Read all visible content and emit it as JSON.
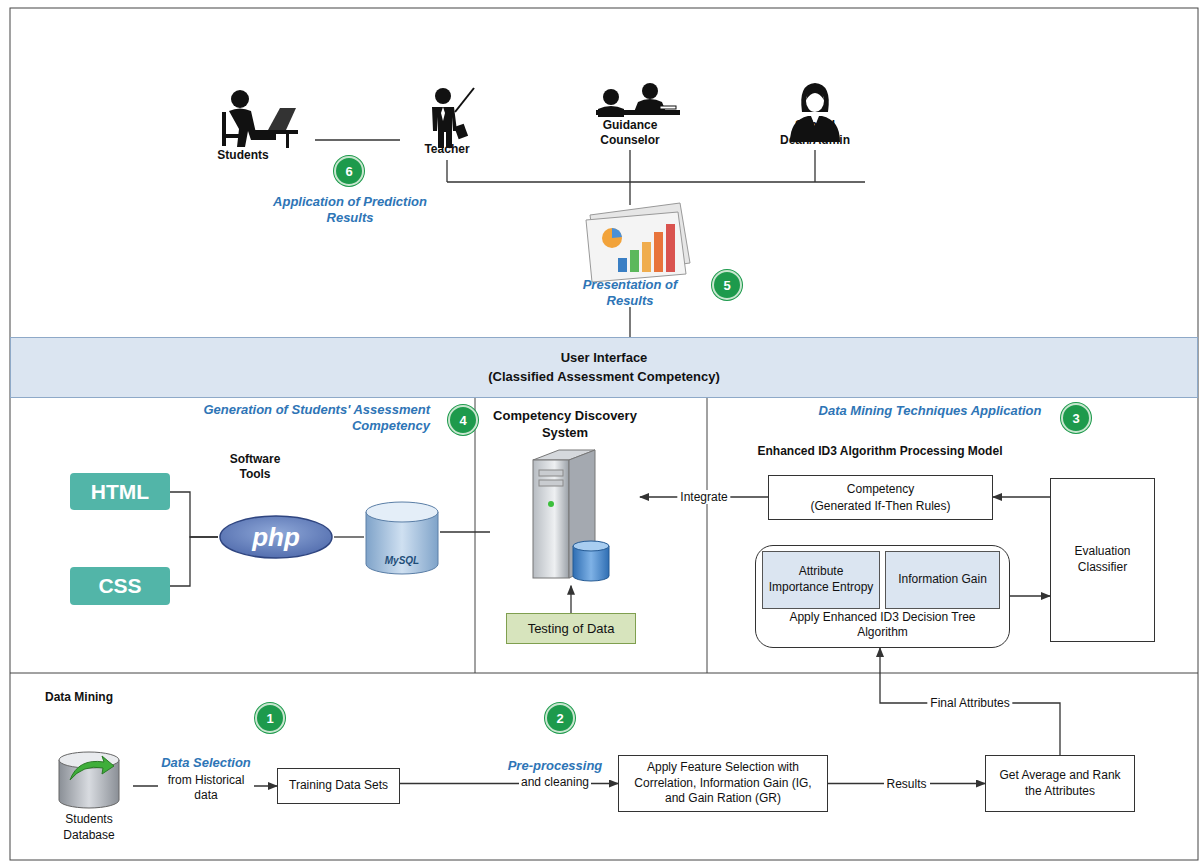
{
  "diagram": {
    "nodes": [
      {
        "text": [
          "6"
        ]
      },
      {
        "text": [
          "5"
        ]
      },
      {
        "text": [
          "User Interface",
          "(Classified Assessment Competency)"
        ]
      },
      {
        "text": [
          "4"
        ]
      },
      {
        "text": [
          "3"
        ]
      },
      {
        "text": [
          "Competency Discovery System"
        ]
      },
      {
        "text": [
          "HTML"
        ]
      },
      {
        "text": [
          "CSS"
        ]
      },
      {
        "text": [
          "php"
        ]
      },
      {
        "text": [
          "MySQL"
        ]
      },
      {
        "text": [
          "Testing of Data"
        ]
      },
      {
        "text": [
          "Competency",
          "(Generated If-Then Rules)"
        ]
      },
      {
        "text": [
          "Evaluation Classifier"
        ]
      },
      {
        "text": [
          "Apply Enhanced ID3 Decision Tree Algorithm"
        ]
      },
      {
        "text": [
          "Attribute Importance Entropy"
        ],
        "in": 13
      },
      {
        "text": [
          "Information Gain"
        ],
        "in": 13
      },
      {
        "text": [
          "1"
        ]
      },
      {
        "text": [
          "2"
        ]
      },
      {
        "text": [
          "Students Database"
        ]
      },
      {
        "text": [
          "Training Data Sets"
        ]
      },
      {
        "text": [
          "Apply Feature Selection with Correlation, Information Gain (IG, and Gain Ration (GR)"
        ]
      },
      {
        "text": [
          "Get Average and Rank the Attributes"
        ]
      }
    ],
    "edges": [
      {
        "from": 18,
        "to": 19,
        "arrow": "to"
      },
      {
        "from": 19,
        "to": 20,
        "arrow": "to"
      },
      {
        "from": 20,
        "to": 21,
        "label": "Results",
        "arrow": "to"
      },
      {
        "from": 21,
        "to": 13,
        "label": "Final Attributes",
        "arrow": "to"
      },
      {
        "from": 13,
        "to": 12,
        "arrow": "to"
      },
      {
        "from": 12,
        "to": 11,
        "arrow": "to"
      },
      {
        "from": 11,
        "to": 5,
        "label": "Integrate",
        "arrow": "to"
      },
      {
        "from": 10,
        "to": 5,
        "arrow": "to"
      },
      {
        "from": 9,
        "to": 5,
        "arrow": "none"
      },
      {
        "from": 8,
        "to": 9,
        "arrow": "none"
      },
      {
        "from": 6,
        "to": 8,
        "arrow": "none"
      },
      {
        "from": 7,
        "to": 8,
        "arrow": "none"
      }
    ],
    "labels": [
      "Students",
      "Teacher",
      "Guidance Counselor",
      "School Dean/Admin",
      "Application of Prediction Results",
      "Presentation of Results",
      "Generation of Students' Assessment Competency",
      "Software Tools",
      "Data Mining Techniques Application",
      "Enhanced ID3 Algorithm Processing Model",
      "Data Mining",
      "Data Selection",
      "from Historical data",
      "Pre-processing",
      "and cleaning"
    ]
  }
}
